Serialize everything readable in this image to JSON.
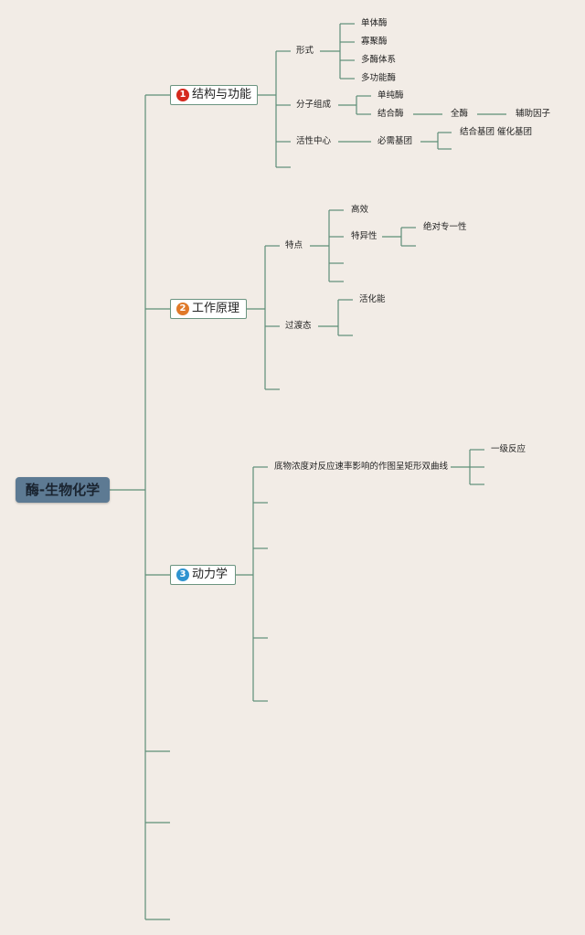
{
  "root": "酶-生物化学",
  "branches": [
    {
      "num": "1",
      "label": "结构与功能"
    },
    {
      "num": "2",
      "label": "工作原理"
    },
    {
      "num": "3",
      "label": "动力学"
    }
  ],
  "b1": {
    "form": "形式",
    "form_items": [
      "单体酶",
      "寡聚酶",
      "多酶体系",
      "多功能酶"
    ],
    "molecular": "分子组成",
    "simple": "单纯酶",
    "conjugated": "结合酶",
    "holoenzyme": "全酶",
    "cofactor": "辅助因子",
    "active_center": "活性中心",
    "essential_groups": "必需基团",
    "binding_catalytic": "结合基团 催化基团"
  },
  "b2": {
    "features": "特点",
    "efficient": "高效",
    "specificity": "特异性",
    "absolute": "绝对专一性",
    "transition": "过渡态",
    "activation": "活化能"
  },
  "b3": {
    "substrate_curve": "底物浓度对反应速率影响的作图呈矩形双曲线",
    "first_order": "一级反应"
  }
}
